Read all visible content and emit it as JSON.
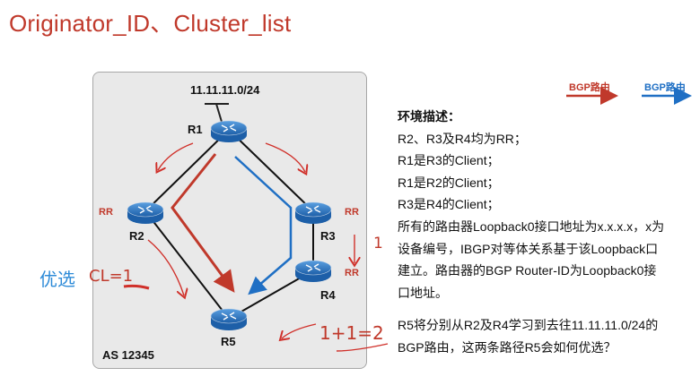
{
  "title": "Originator_ID、Cluster_list",
  "topology": {
    "as_label": "AS 12345",
    "prefix": "11.11.11.0/24",
    "routers": [
      {
        "id": "R1",
        "rr": ""
      },
      {
        "id": "R2",
        "rr": "RR"
      },
      {
        "id": "R3",
        "rr": "RR"
      },
      {
        "id": "R4",
        "rr": "RR"
      },
      {
        "id": "R5",
        "rr": ""
      }
    ]
  },
  "legend": {
    "red_label": "BGP路由",
    "blue_label": "BGP路由",
    "red_color": "#c0392b",
    "blue_color": "#1f6fc4"
  },
  "description": {
    "heading": "环境描述：",
    "lines": [
      "R2、R3及R4均为RR；",
      "R1是R3的Client；",
      "R1是R2的Client；",
      "R3是R4的Client；",
      "所有的路由器Loopback0接口地址为x.x.x.x，x为",
      "设备编号，IBGP对等体关系基于该Loopback口",
      "建立。路由器的BGP  Router-ID为Loopback0接",
      "口地址。"
    ],
    "question_lines": [
      "R5将分别从R2及R4学习到去往11.11.11.0/24的",
      "BGP路由，这两条路径R5会如何优选？"
    ]
  },
  "handwriting": {
    "preferred": "优选",
    "cl1": "CL=1",
    "one": "1",
    "sum": "1+1=2"
  }
}
